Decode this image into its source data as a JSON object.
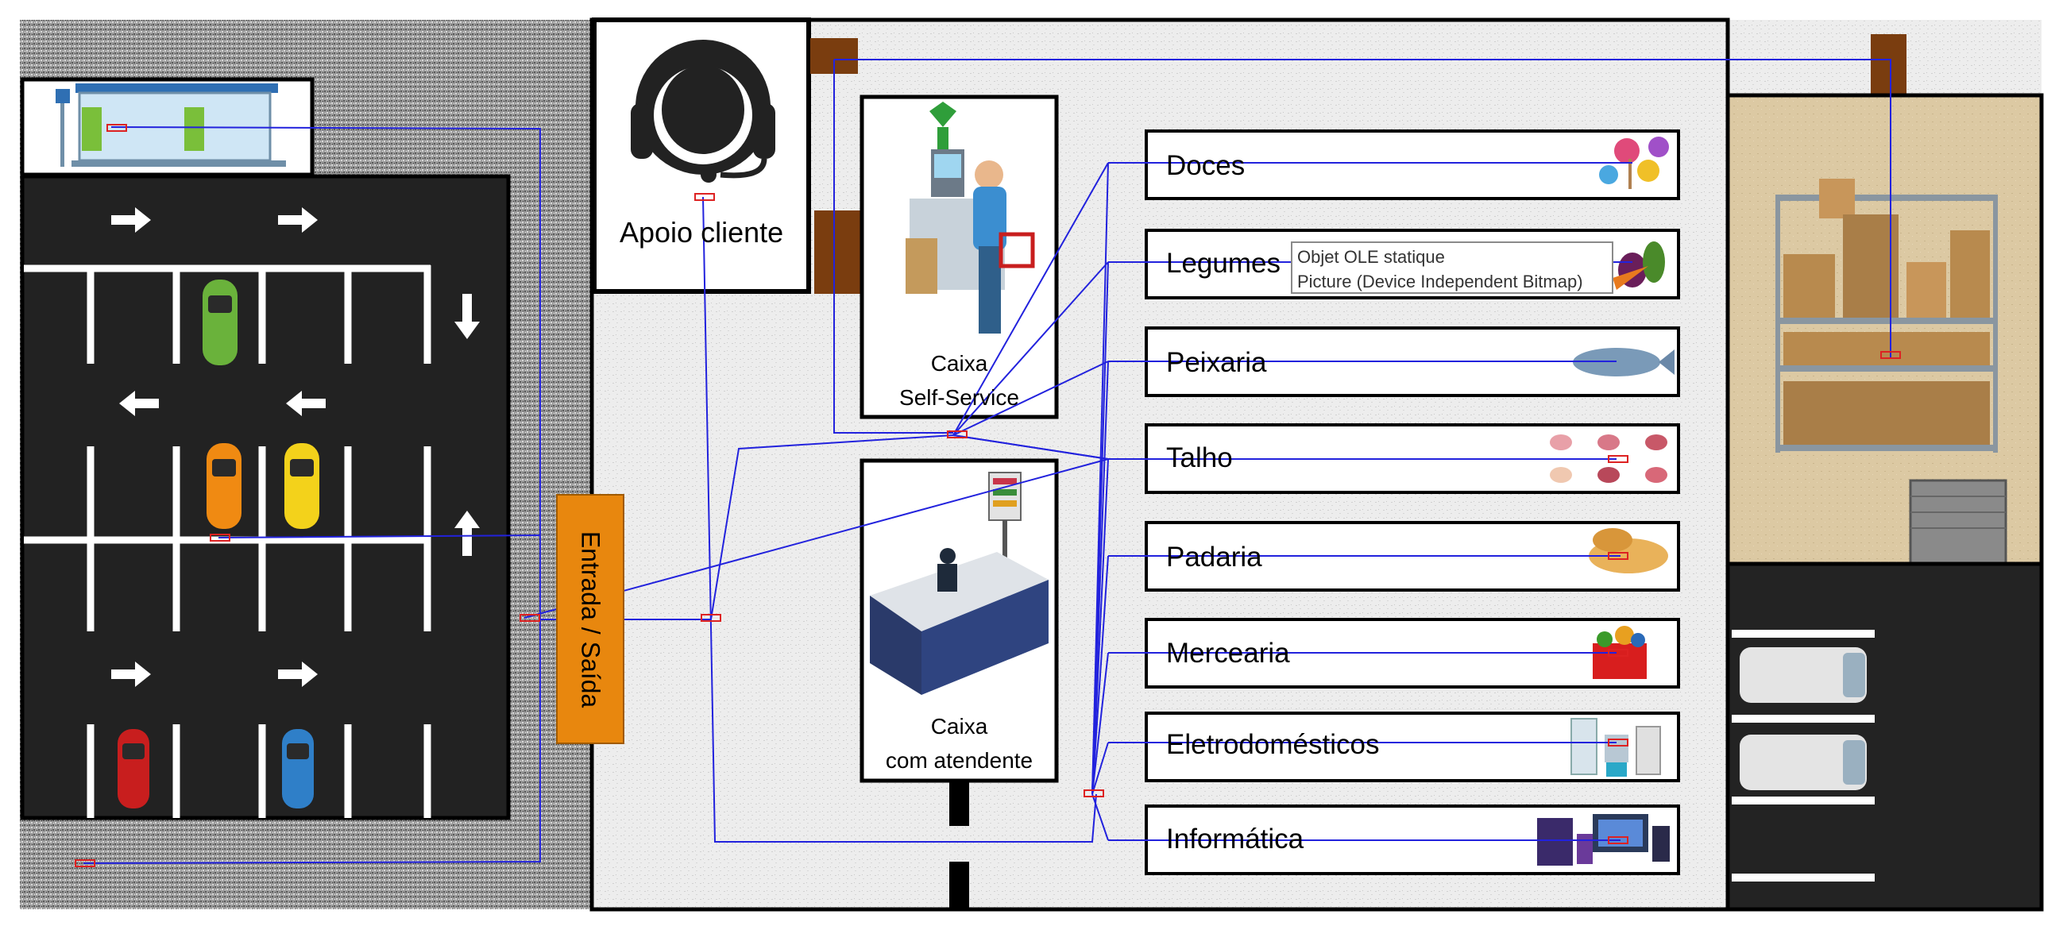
{
  "labels": {
    "apoio": "Apoio cliente",
    "caixa_self_1": "Caixa",
    "caixa_self_2": "Self-Service",
    "caixa_atend_1": "Caixa",
    "caixa_atend_2": "com atendente",
    "entrada": "Entrada / Saída"
  },
  "departments": [
    {
      "name": "Doces",
      "icon": "candy-icon"
    },
    {
      "name": "Legumes",
      "icon": "vegetables-icon"
    },
    {
      "name": "Peixaria",
      "icon": "fish-icon"
    },
    {
      "name": "Talho",
      "icon": "meat-icon"
    },
    {
      "name": "Padaria",
      "icon": "bread-icon"
    },
    {
      "name": "Mercearia",
      "icon": "grocery-basket-icon"
    },
    {
      "name": "Eletrodomésticos",
      "icon": "appliances-icon"
    },
    {
      "name": "Informática",
      "icon": "computers-icon"
    }
  ],
  "tooltip": {
    "line1": "Objet OLE statique",
    "line2": "Picture (Device Independent Bitmap)"
  },
  "colors": {
    "connector": "#2222dd",
    "entrance": "#e8870e",
    "door": "#7a3d0f",
    "parking": "#222222",
    "warehouse": "#dcc9a3"
  }
}
